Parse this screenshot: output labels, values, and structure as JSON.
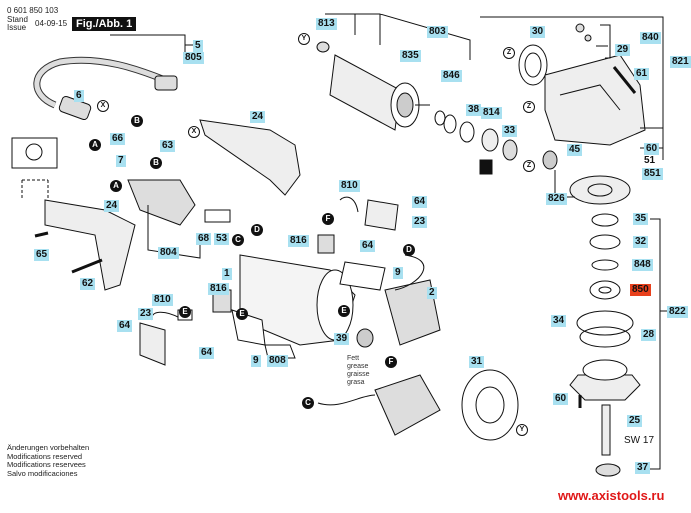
{
  "header": {
    "part_number": "0 601 850 103",
    "stand_label": "Stand",
    "issue_label": "Issue",
    "date": "04-09-15",
    "figure_label": "Fig./Abb. 1"
  },
  "labels": {
    "l5": "5",
    "l805": "805",
    "l6": "6",
    "l813": "813",
    "l835": "835",
    "l803": "803",
    "l30": "30",
    "l840": "840",
    "l29": "29",
    "l821": "821",
    "l61": "61",
    "l846": "846",
    "l38": "38",
    "l814": "814",
    "l33": "33",
    "l45": "45",
    "l60a": "60",
    "l51": "51",
    "l851": "851",
    "l826": "826",
    "l24a": "24",
    "l66": "66",
    "l63": "63",
    "l7": "7",
    "l68": "68",
    "l53": "53",
    "l804": "804",
    "l24b": "24",
    "l65": "65",
    "l62": "62",
    "l810a": "810",
    "l64a": "64",
    "l23a": "23",
    "l816a": "816",
    "l64b": "64",
    "l9a": "9",
    "l2": "2",
    "l1": "1",
    "l810b": "810",
    "l816b": "816",
    "l23b": "23",
    "l64c": "64",
    "l64d": "64",
    "l9b": "9",
    "l808": "808",
    "l39": "39",
    "l31": "31",
    "l35": "35",
    "l32": "32",
    "l848": "848",
    "l850": "850",
    "l822": "822",
    "l34": "34",
    "l28": "28",
    "l60b": "60",
    "l25": "25",
    "l37": "37",
    "sw17": "SW 17"
  },
  "connectors": {
    "A1": "A",
    "B1": "B",
    "X1": "X",
    "A2": "A",
    "B2": "B",
    "X2": "X",
    "C1": "C",
    "D1": "D",
    "F1": "F",
    "D2": "D",
    "E1": "E",
    "E2": "E",
    "E3": "E",
    "F2": "F",
    "C2": "C",
    "Y1": "Y",
    "Y2": "Y",
    "Z1": "Z",
    "Z2": "Z",
    "Z3": "Z"
  },
  "grease_note": [
    "Fett",
    "grease",
    "graisse",
    "grasa"
  ],
  "footer": [
    "Änderungen vorbehalten",
    "Modifications reserved",
    "Modifications reservees",
    "Salvo modificaciones"
  ],
  "watermark": "www.axistools.ru",
  "highlight_color": "#e8401c",
  "label_color": "#a8e0f0"
}
